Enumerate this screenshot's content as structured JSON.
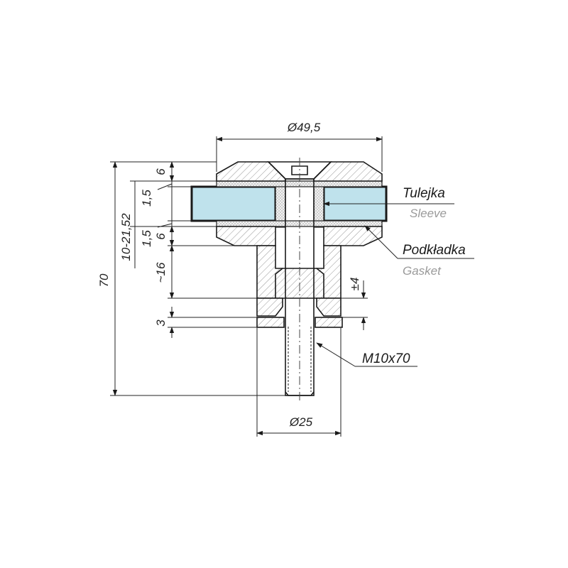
{
  "dimensions": {
    "top_diameter": "Ø49,5",
    "bottom_diameter": "Ø25",
    "overall_length": "70",
    "glass_range": "10-21,52",
    "cap_height": "6",
    "gap_upper": "1,5",
    "gap_lower": "1,5",
    "base_height": "6",
    "stud_body": "~16",
    "washer_height": "3",
    "adjust": "±4"
  },
  "labels": {
    "sleeve_pl": "Tulejka",
    "sleeve_en": "Sleeve",
    "gasket_pl": "Podkładka",
    "gasket_en": "Gasket",
    "bolt": "M10x70"
  },
  "colors": {
    "glass": "#bfe2ec",
    "line": "#1a1a1a",
    "label_secondary": "#9a9a9a"
  }
}
